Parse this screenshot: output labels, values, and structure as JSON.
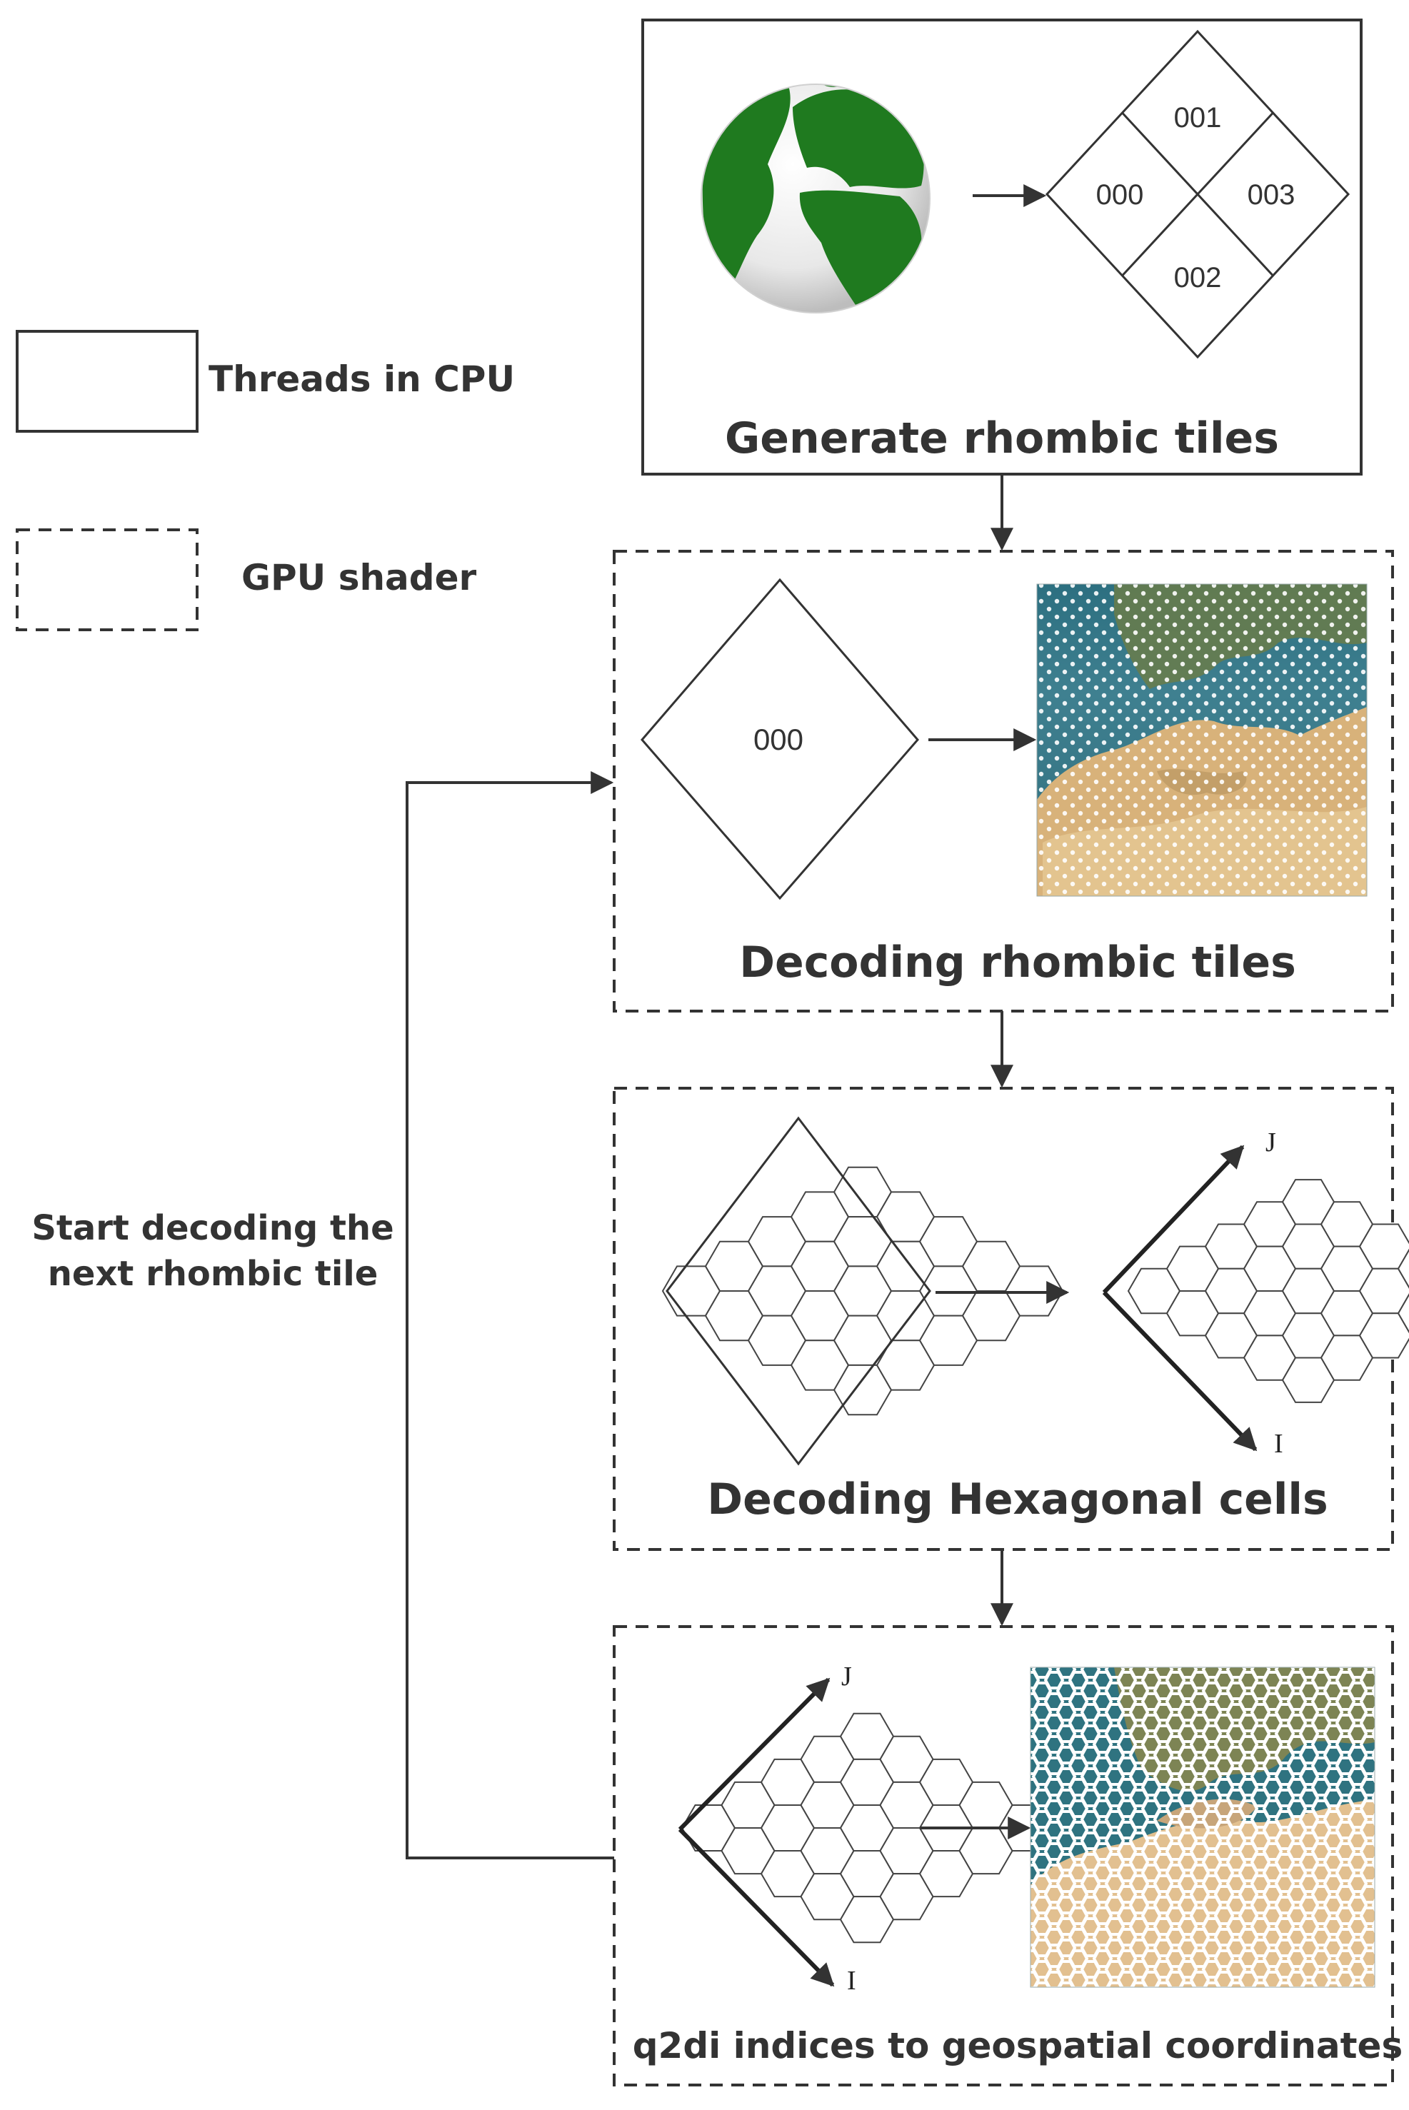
{
  "legend": {
    "cpu_label": "Threads in CPU",
    "gpu_label": "GPU shader"
  },
  "steps": {
    "generate": {
      "title": "Generate rhombic tiles",
      "tile_codes": [
        "001",
        "000",
        "003",
        "002"
      ]
    },
    "decode_tiles": {
      "title": "Decoding rhombic tiles",
      "tile_code": "000"
    },
    "decode_hex": {
      "title": "Decoding Hexagonal cells",
      "axis_j": "J",
      "axis_i": "I"
    },
    "q2di": {
      "title": "q2di indices to geospatial coordinates",
      "axis_j": "J",
      "axis_i": "I"
    }
  },
  "loop": {
    "label_line1": "Start decoding the",
    "label_line2": "next rhombic tile"
  },
  "colors": {
    "line": "#333333",
    "globe_land": "#1f7a1f",
    "ocean": "#2e6e7e",
    "desert": "#d8b27a"
  }
}
